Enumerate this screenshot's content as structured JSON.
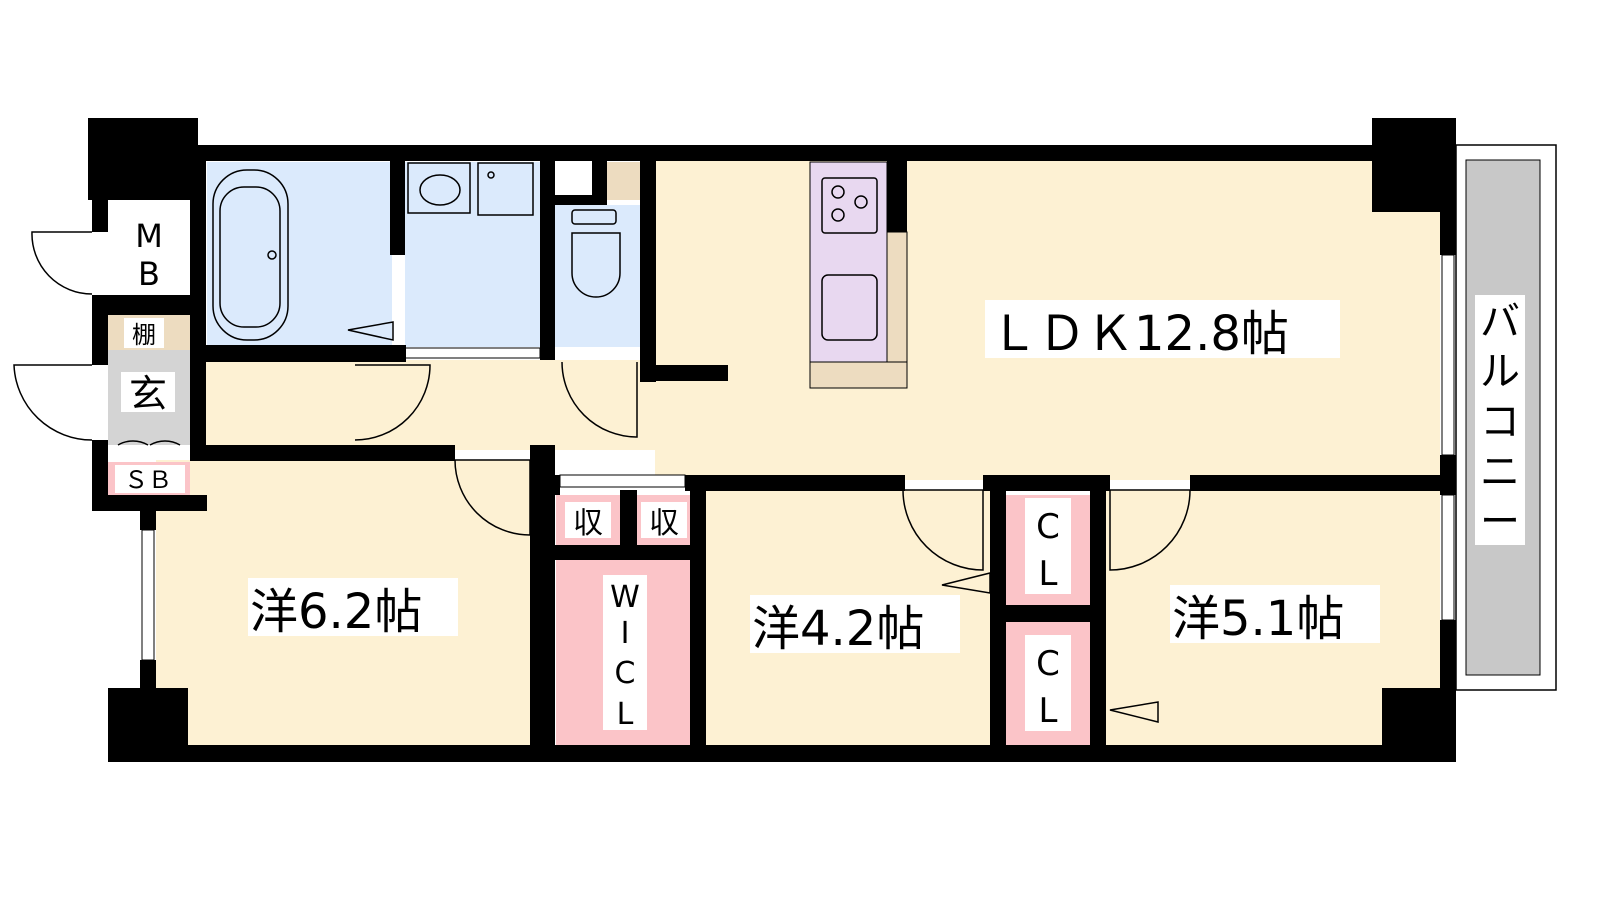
{
  "plan": {
    "ldk": "ＬＤＫ12.8帖",
    "western_a": "洋6.2帖",
    "western_b": "洋4.2帖",
    "western_c": "洋5.1帖",
    "balcony": [
      "バ",
      "ル",
      "コ",
      "ニ",
      "ー"
    ],
    "mb": [
      "M",
      "B"
    ],
    "shelf": "棚",
    "entrance": "玄",
    "shoe_box": "ＳＢ",
    "storage_a": "収",
    "storage_b": "収",
    "wic": [
      "W",
      "I",
      "C",
      "L"
    ],
    "closet_a": [
      "C",
      "L"
    ],
    "closet_b": [
      "C",
      "L"
    ]
  },
  "colors": {
    "floor": "#fdf1d3",
    "wet": "#dbeafc",
    "storage": "#fbc4c8",
    "shelf": "#eddcc0",
    "kitchen": "#e8d8f0",
    "entrance": "#d4d4d4",
    "balcony": "#c8c8c8"
  }
}
